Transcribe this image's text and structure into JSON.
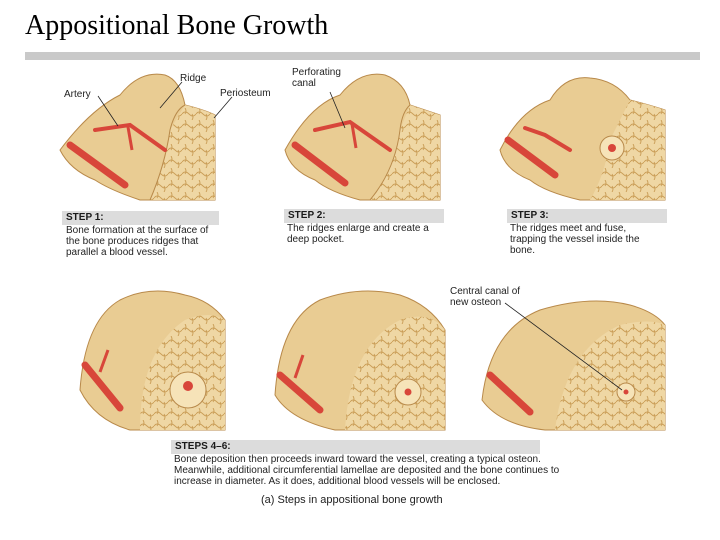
{
  "slide": {
    "title": "Appositional Bone Growth"
  },
  "labels": {
    "ridge": "Ridge",
    "artery": "Artery",
    "periosteum": "Periosteum",
    "perforating_canal": "Perforating canal",
    "central_canal": "Central canal of new osteon"
  },
  "steps": [
    {
      "label": "STEP 1:",
      "text": "Bone formation at the surface of the bone produces ridges that parallel a blood vessel."
    },
    {
      "label": "STEP 2:",
      "text": "The ridges enlarge and create a deep pocket."
    },
    {
      "label": "STEP 3:",
      "text": "The ridges meet and fuse, trapping the vessel inside the bone."
    },
    {
      "label": "STEPS 4–6:",
      "text": "Bone deposition then proceeds inward toward the vessel, creating a typical osteon. Meanwhile, additional circumferential lamellae are deposited and the bone continues to increase in diameter. As it does, additional blood vessels will be enclosed."
    }
  ],
  "figure_caption": "(a) Steps in appositional bone growth",
  "colors": {
    "bone": "#e9cc93",
    "bone_light": "#f6e3b8",
    "spongy": "#d8b06e",
    "vessel": "#d8463a"
  }
}
